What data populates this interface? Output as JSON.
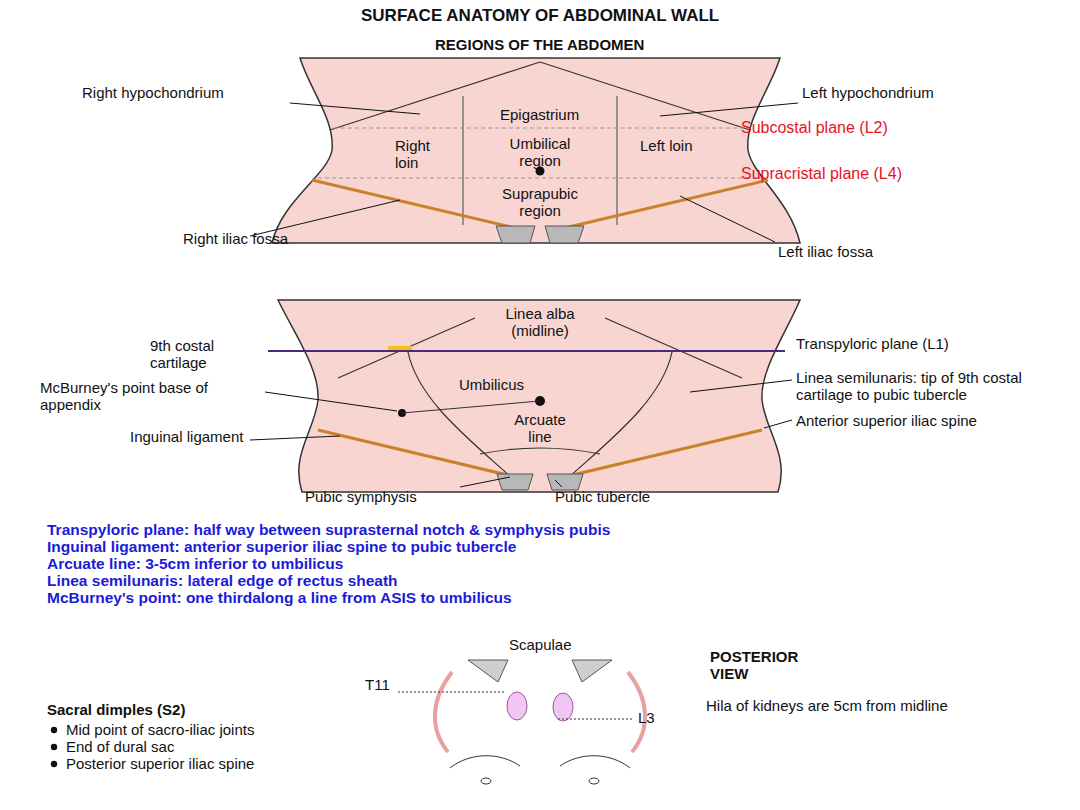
{
  "diagram": {
    "title": "SURFACE ANATOMY OF ABDOMINAL WALL",
    "labels": [
      "REGIONS OF THE ABDOMEN",
      "Right hypochondrium",
      "Epigastrium",
      "Left hypochondrium",
      "Subcostal plane (L2)",
      "Right loin",
      "Umbilical region",
      "Left loin",
      "Supracristal plane (L4)",
      "Suprapubic region",
      "Right iliac fossa",
      "Left iliac fossa",
      "Linea alba (midline)",
      "9th costal cartilage",
      "Transpyloric plane (L1)",
      "McBurney's point base of appendix",
      "Umbilicus",
      "Linea semilunaris: tip of 9th costal cartilage to pubic tubercle",
      "Arcuate line",
      "Anterior superior iliac spine",
      "Inguinal ligament",
      "Pubic symphysis",
      "Pubic tubercle",
      "Transpyloric plane: half way between suprasternal notch & symphysis pubis",
      "Inguinal ligament: anterior superior iliac spine to pubic tubercle",
      "Arcuate line: 3-5cm inferior to umbilicus",
      "Linea semilunaris: lateral edge of rectus sheath",
      "McBurney's point: one thirdalong a line from ASIS to umbilicus",
      "Scapulae",
      "POSTERIOR VIEW",
      "T11",
      "L3",
      "Hila of kidneys are 5cm from midline",
      "Sacral dimples (S2)",
      "Mid point of sacro-iliac joints",
      "End of dural sac",
      "Posterior superior iliac spine"
    ]
  }
}
